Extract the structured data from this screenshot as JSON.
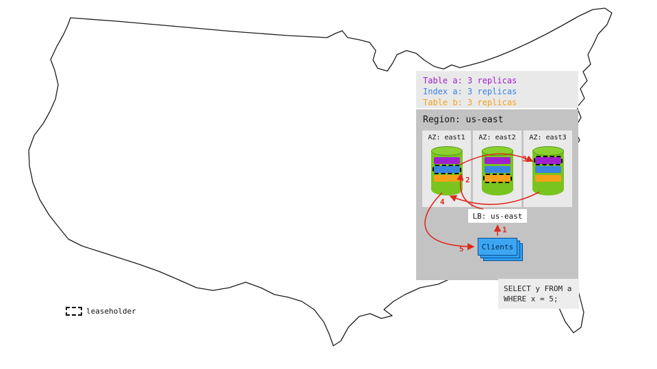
{
  "colors": {
    "table_a": "#a020d0",
    "index_a": "#3a85e0",
    "table_b": "#f5a11a",
    "arrow": "#e0291e",
    "cylinder_body": "#79c41f",
    "cylinder_top": "#8ad12f"
  },
  "legend": {
    "items": [
      {
        "label": "Table a: 3 replicas",
        "color": "#a020d0"
      },
      {
        "label": "Index a: 3 replicas",
        "color": "#3a85e0"
      },
      {
        "label": "Table b: 3 replicas",
        "color": "#f5a11a"
      }
    ]
  },
  "region": {
    "title": "Region: us-east",
    "azs": [
      {
        "label": "AZ: east1",
        "leaseholder": "index-a"
      },
      {
        "label": "AZ: east2",
        "leaseholder": "table-b"
      },
      {
        "label": "AZ: east3",
        "leaseholder": "table-a"
      }
    ],
    "lb_label": "LB: us-east",
    "clients_label": "Clients"
  },
  "flow": {
    "steps": [
      "1",
      "2",
      "3",
      "4",
      "5"
    ]
  },
  "sql": {
    "line1": "SELECT y FROM a",
    "line2": "WHERE x = 5;"
  },
  "map_legend": {
    "leaseholder": "leaseholder"
  }
}
